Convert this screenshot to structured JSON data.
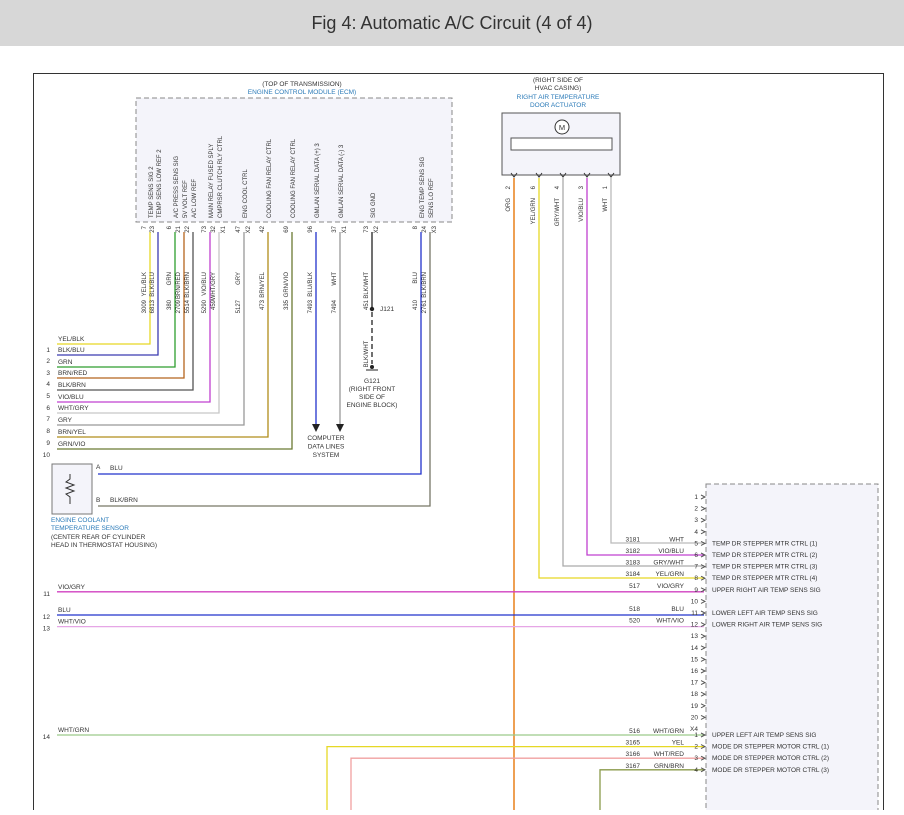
{
  "page": {
    "title": "Fig 4: Automatic A/C Circuit (4 of 4)"
  },
  "ecm": {
    "note": "(TOP OF TRANSMISSION)",
    "name": "ENGINE CONTROL MODULE (ECM)",
    "pins": [
      {
        "fn": "TEMP SENS SIG 2",
        "pin": "7",
        "color": "YEL/BLK",
        "circuit": "3009",
        "conn": "",
        "wire": "#e6d825",
        "line": "1"
      },
      {
        "fn": "TEMP SENS LOW REF 2",
        "pin": "23",
        "color": "BLK/BLU",
        "circuit": "6813",
        "conn": "",
        "wire": "#3b3bb0",
        "line": "2"
      },
      {
        "fn": "A/C PRESS SENS SIG",
        "pin": "6",
        "color": "GRN",
        "circuit": "380",
        "conn": "",
        "wire": "#2e9e2e",
        "line": "3"
      },
      {
        "fn": "5V VOLT REF",
        "pin": "21",
        "color": "BRN/RED",
        "circuit": "2709",
        "conn": "",
        "wire": "#b5651d",
        "line": "4"
      },
      {
        "fn": "A/C LOW REF",
        "pin": "22",
        "color": "BLK/BRN",
        "circuit": "5514",
        "conn": "",
        "wire": "#555555",
        "line": "5"
      },
      {
        "fn": "MAIN RELAY FUSED SPLY",
        "pin": "73",
        "color": "VIO/BLU",
        "circuit": "5290",
        "conn": "",
        "wire": "#c040d0",
        "line": "6"
      },
      {
        "fn": "CMPRSR CLUTCH RLY CTRL",
        "pin": "32",
        "color": "WHT/GRY",
        "circuit": "459",
        "conn": "X1",
        "wire": "#c6c6c6",
        "line": "7"
      },
      {
        "fn": "ENG COOL CTRL",
        "pin": "47",
        "color": "GRY",
        "circuit": "5127",
        "conn": "X2",
        "wire": "#999999",
        "line": "8"
      },
      {
        "fn": "COOLING FAN RELAY CTRL",
        "pin": "42",
        "color": "BRN/YEL",
        "circuit": "473",
        "conn": "",
        "wire": "#b08d1a",
        "line": "9"
      },
      {
        "fn": "COOLING FAN RELAY CTRL",
        "pin": "69",
        "color": "GRN/VIO",
        "circuit": "335",
        "conn": "",
        "wire": "#6b7a33",
        "line": "10"
      },
      {
        "fn": "GMLAN SERIAL DATA (+) 3",
        "pin": "96",
        "color": "BLU/BLK",
        "circuit": "7493",
        "conn": "",
        "wire": "#2233cc",
        "line": ""
      },
      {
        "fn": "GMLAN SERIAL DATA (-) 3",
        "pin": "37",
        "color": "WHT",
        "circuit": "7494",
        "conn": "X1",
        "wire": "#bbbbbb",
        "line": ""
      },
      {
        "fn": "SIG GND",
        "pin": "73",
        "color": "BLK/WHT",
        "circuit": "451",
        "conn": "X2",
        "wire": "#222222",
        "line": ""
      },
      {
        "fn": "ENG TEMP SENS SIG",
        "pin": "8",
        "color": "BLU",
        "circuit": "410",
        "conn": "",
        "wire": "#2233cc",
        "line": ""
      },
      {
        "fn": "SENS LO REF",
        "pin": "24",
        "color": "BLK/BRN",
        "circuit": "2761",
        "conn": "X3",
        "wire": "#777766",
        "line": ""
      }
    ],
    "left_labels": [
      "YEL/BLK",
      "BLK/BLU",
      "GRN",
      "BRN/RED",
      "BLK/BRN",
      "VIO/BLU",
      "WHT/GRY",
      "GRY",
      "BRN/YEL",
      "GRN/VIO"
    ]
  },
  "serial": {
    "text": [
      "COMPUTER",
      "DATA LINES",
      "SYSTEM"
    ]
  },
  "ground": {
    "splice": "J121",
    "wire": "BLK/WHT",
    "name": "G121",
    "note": [
      "(RIGHT FRONT",
      "SIDE OF",
      "ENGINE BLOCK)"
    ]
  },
  "actuator": {
    "note": [
      "(RIGHT SIDE OF",
      "HVAC CASING)"
    ],
    "name": [
      "RIGHT AIR TEMPERATURE",
      "DOOR ACTUATOR"
    ],
    "motor": "M",
    "pins": [
      {
        "pin": "2",
        "color": "ORG"
      },
      {
        "pin": "6",
        "color": "YEL/GRN"
      },
      {
        "pin": "4",
        "color": "GRY/WHT"
      },
      {
        "pin": "3",
        "color": "VIO/BLU"
      },
      {
        "pin": "1",
        "color": "WHT"
      }
    ]
  },
  "sensor": {
    "name": [
      "ENGINE COOLANT",
      "TEMPERATURE SENSOR"
    ],
    "note": [
      "(CENTER REAR OF CYLINDER",
      "HEAD IN THERMOSTAT HOUSING)"
    ],
    "pin_a": "A",
    "pin_b": "B",
    "wire_a": "BLU",
    "wire_b": "BLK/BRN"
  },
  "left_lines": [
    {
      "line": "11",
      "color": "VIO/GRY"
    },
    {
      "line": "12",
      "color": "BLU"
    },
    {
      "line": "13",
      "color": "WHT/VIO"
    },
    {
      "line": "14",
      "color": "WHT/GRN"
    }
  ],
  "hvac_module": {
    "rows": [
      {
        "pin": "1",
        "circuit": "",
        "color": "",
        "fn": ""
      },
      {
        "pin": "2",
        "circuit": "",
        "color": "",
        "fn": ""
      },
      {
        "pin": "3",
        "circuit": "",
        "color": "",
        "fn": ""
      },
      {
        "pin": "4",
        "circuit": "",
        "color": "",
        "fn": ""
      },
      {
        "pin": "5",
        "circuit": "3181",
        "color": "WHT",
        "fn": "TEMP DR STEPPER MTR CTRL (1)"
      },
      {
        "pin": "6",
        "circuit": "3182",
        "color": "VIO/BLU",
        "fn": "TEMP DR STEPPER MTR CTRL (2)"
      },
      {
        "pin": "7",
        "circuit": "3183",
        "color": "GRY/WHT",
        "fn": "TEMP DR STEPPER MTR CTRL (3)"
      },
      {
        "pin": "8",
        "circuit": "3184",
        "color": "YEL/GRN",
        "fn": "TEMP DR STEPPER MTR CTRL (4)"
      },
      {
        "pin": "9",
        "circuit": "517",
        "color": "VIO/GRY",
        "fn": "UPPER RIGHT AIR TEMP SENS SIG"
      },
      {
        "pin": "10",
        "circuit": "",
        "color": "",
        "fn": ""
      },
      {
        "pin": "11",
        "circuit": "518",
        "color": "BLU",
        "fn": "LOWER LEFT AIR TEMP SENS SIG"
      },
      {
        "pin": "12",
        "circuit": "520",
        "color": "WHT/VIO",
        "fn": "LOWER RIGHT AIR TEMP SENS SIG"
      },
      {
        "pin": "13",
        "circuit": "",
        "color": "",
        "fn": ""
      },
      {
        "pin": "14",
        "circuit": "",
        "color": "",
        "fn": ""
      },
      {
        "pin": "15",
        "circuit": "",
        "color": "",
        "fn": ""
      },
      {
        "pin": "16",
        "circuit": "",
        "color": "",
        "fn": ""
      },
      {
        "pin": "17",
        "circuit": "",
        "color": "",
        "fn": ""
      },
      {
        "pin": "18",
        "circuit": "",
        "color": "",
        "fn": ""
      },
      {
        "pin": "19",
        "circuit": "",
        "color": "",
        "fn": ""
      },
      {
        "pin": "20",
        "circuit": "",
        "color": "",
        "fn": ""
      }
    ],
    "conn_a": "X4",
    "rows_b": [
      {
        "pin": "1",
        "circuit": "516",
        "color": "WHT/GRN",
        "fn": "UPPER LEFT AIR TEMP SENS SIG"
      },
      {
        "pin": "2",
        "circuit": "3165",
        "color": "YEL",
        "fn": "MODE DR STEPPER MOTOR CTRL (1)"
      },
      {
        "pin": "3",
        "circuit": "3166",
        "color": "WHT/RED",
        "fn": "MODE DR STEPPER MOTOR CTRL (2)"
      },
      {
        "pin": "4",
        "circuit": "3167",
        "color": "GRN/BRN",
        "fn": "MODE DR STEPPER MOTOR CTRL (3)"
      }
    ]
  }
}
